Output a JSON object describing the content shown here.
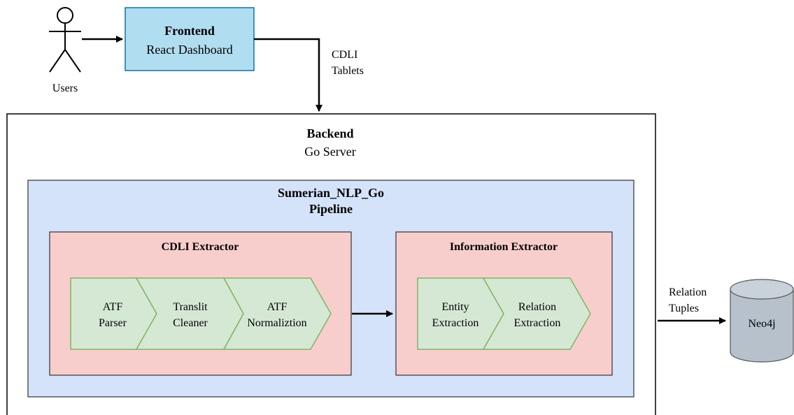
{
  "diagram": {
    "users": {
      "label": "Users"
    },
    "frontend": {
      "title": "Frontend",
      "subtitle": "React Dashboard"
    },
    "edge_cdli": {
      "line1": "CDLI",
      "line2": "Tablets"
    },
    "backend": {
      "title": "Backend",
      "subtitle": "Go Server"
    },
    "pipeline": {
      "title_line1": "Sumerian_NLP_Go",
      "title_line2": "Pipeline"
    },
    "cdli_extractor": {
      "title": "CDLI Extractor",
      "steps": [
        {
          "line1": "ATF",
          "line2": "Parser"
        },
        {
          "line1": "Translit",
          "line2": "Cleaner"
        },
        {
          "line1": "ATF",
          "line2": "Normaliztion"
        }
      ]
    },
    "information_extractor": {
      "title": "Information Extractor",
      "steps": [
        {
          "line1": "Entity",
          "line2": "Extraction"
        },
        {
          "line1": "Relation",
          "line2": "Extraction"
        }
      ]
    },
    "edge_relations": {
      "line1": "Relation",
      "line2": "Tuples"
    },
    "database": {
      "label": "Neo4j"
    },
    "colors": {
      "frontend_fill": "#b1ddf0",
      "frontend_stroke": "#10739e",
      "pipeline_fill": "#d4e3f9",
      "extractor_fill": "#f8cecc",
      "step_fill": "#d5e8d4",
      "step_stroke": "#82b366",
      "db_fill": "#b6c1cc",
      "db_top": "#c9d1da"
    }
  }
}
